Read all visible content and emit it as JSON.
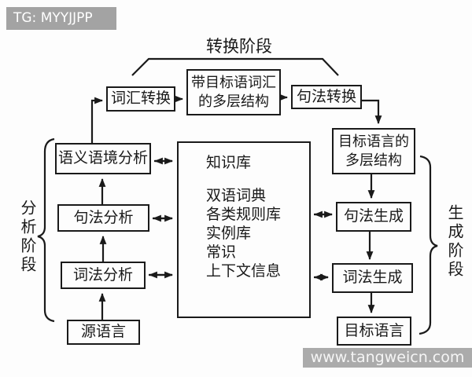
{
  "header": {
    "badge": "TG: MYYJJPP"
  },
  "footer": {
    "watermark": "www.tangweicn.com"
  },
  "phases": {
    "transform": "转换阶段",
    "analysis": "分析阶段",
    "generation": "生成阶段"
  },
  "boxes": {
    "lexical_transfer": "词汇转换",
    "target_lex_multilayer": "带目标语词汇的多层结构",
    "syntactic_transfer": "句法转换",
    "semantic_context_analysis": "语义语境分析",
    "syntactic_analysis": "句法分析",
    "lexical_analysis": "词法分析",
    "source_language": "源语言",
    "target_multilayer": "目标语言的多层结构",
    "syntactic_generation": "句法生成",
    "lexical_generation": "词法生成",
    "target_language": "目标语言"
  },
  "knowledge_base": {
    "title": "知识库",
    "items": [
      "双语词典",
      "各类规则库",
      "实例库",
      "常识",
      "上下文信息"
    ]
  },
  "colors": {
    "line": "#1a1a1a",
    "badge_bg": "#a3a3a3",
    "watermark_bg": "#ababab",
    "background": "#fdfdfd"
  }
}
